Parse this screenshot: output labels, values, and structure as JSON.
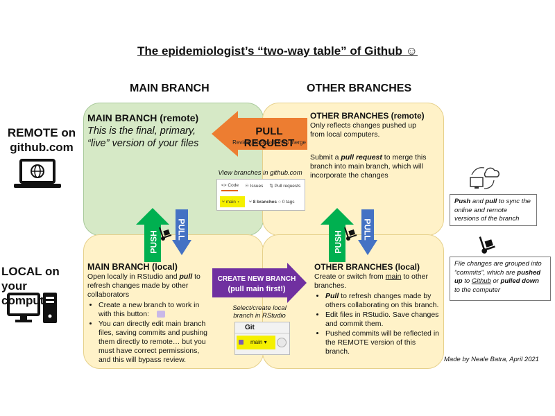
{
  "title": "The epidemiologist’s “two-way table” of Github ☺",
  "columns": {
    "main": "MAIN BRANCH",
    "other": "OTHER BRANCHES"
  },
  "rows": {
    "remote_line1": "REMOTE on",
    "remote_line2": "github.com",
    "local_line1": "LOCAL on",
    "local_line2": "your computer"
  },
  "main_remote": {
    "title": "MAIN BRANCH (remote)",
    "desc_line1": "This is the final, primary,",
    "desc_line2": "“live” version of your files"
  },
  "other_remote": {
    "title": "OTHER BRANCHES (remote)",
    "text1": "Only reflects changes pushed up from local computers.",
    "text2_pre": "Submit a ",
    "text2_em": "pull request",
    "text2_post": " to merge this branch into main branch, which will incorporate the changes"
  },
  "pull_request": {
    "label": "PULL REQUEST",
    "sub": "Review, approval, then merge"
  },
  "view_branches": {
    "caption": "View branches in github.com",
    "tab_code": "Code",
    "tab_issues": "Issues",
    "tab_pulls": "Pull requests",
    "branch": "main",
    "branches": "8 branches",
    "tags": "0 tags"
  },
  "push_label": "PUSH",
  "pull_label": "PULL",
  "main_local": {
    "title": "MAIN BRANCH (local)",
    "intro_pre": "Open locally in RStudio and ",
    "intro_em": "pull",
    "intro_post": " to refresh changes made by other collaborators",
    "b1": "Create a new branch to work in with this button:",
    "b2_pre": "You ",
    "b2_em": "can",
    "b2_post": " directly edit main branch files, saving commits and pushing them directly to remote… but you must have correct permissions, and this will bypass review."
  },
  "create_branch": {
    "line1": "CREATE NEW BRANCH",
    "line2": "(pull main first!)"
  },
  "rstudio": {
    "caption_line1": "Select/create local",
    "caption_line2": "branch in RStudio",
    "git": "Git",
    "branch": "main"
  },
  "other_local": {
    "title": "OTHER BRANCHES (local)",
    "intro_pre": "Create or switch from ",
    "intro_u": "main",
    "intro_post": " to other branches.",
    "b1_em": "Pull",
    "b1_post": " to refresh changes made by others collaborating on this branch.",
    "b2": "Edit files in RStudio. Save changes and commit them.",
    "b3": "Pushed commits will be reflected in the REMOTE version of this branch."
  },
  "note_sync": {
    "w1": "Push",
    "w2": " and ",
    "w3": "pull",
    "w4": " to sync the online and remote versions of the branch"
  },
  "note_commits": {
    "w1": "File changes are grouped into “commits”, which are ",
    "w2": "pushed up",
    "w3": " to ",
    "w4": "Github",
    "w5": " or ",
    "w6": "pulled down",
    "w7": " to the computer"
  },
  "credit": "Made by Neale Batra, April 2021",
  "colors": {
    "green": "#d6e9c6",
    "yellow": "#fff2c8",
    "orange": "#ed7d31",
    "purple": "#7030a0",
    "push_green": "#00b050",
    "pull_blue": "#4472c4"
  }
}
